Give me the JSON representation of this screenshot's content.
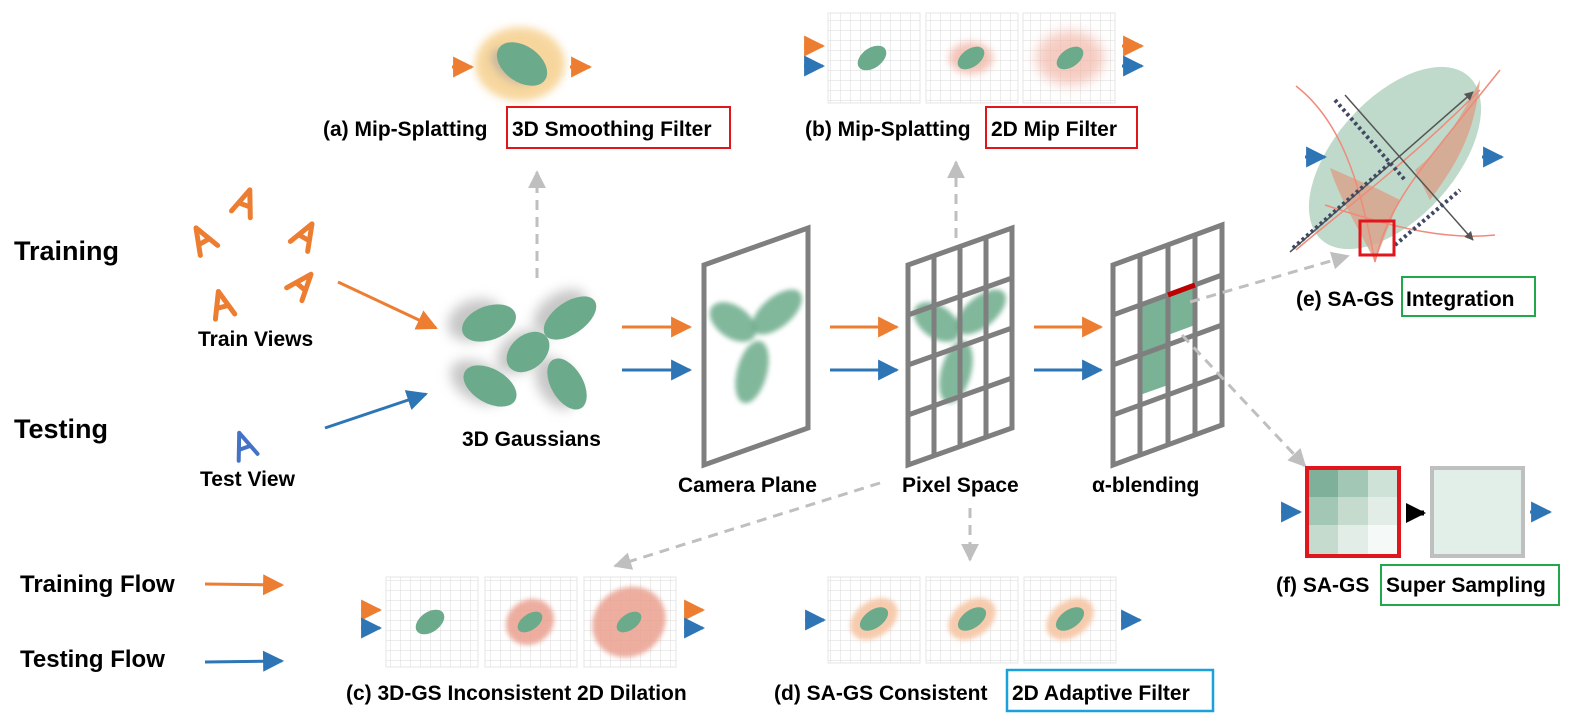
{
  "labels": {
    "training": "Training",
    "testing": "Testing",
    "train_views": "Train Views",
    "test_view": "Test View",
    "gaussians": "3D Gaussians",
    "camera_plane": "Camera Plane",
    "pixel_space": "Pixel Space",
    "alpha_blending": "α-blending",
    "training_flow": "Training Flow",
    "testing_flow": "Testing Flow"
  },
  "captions": {
    "a": {
      "prefix": "(a) Mip-Splatting ",
      "highlight": "3D Smoothing Filter"
    },
    "b": {
      "prefix": "(b) Mip-Splatting ",
      "highlight": "2D Mip Filter"
    },
    "c": {
      "prefix": "(c) 3D-GS Inconsistent 2D Dilation"
    },
    "d": {
      "prefix": "(d) SA-GS Consistent ",
      "highlight": "2D Adaptive Filter"
    },
    "e": {
      "prefix": "(e) SA-GS ",
      "highlight": "Integration"
    },
    "f": {
      "prefix": "(f) SA-GS ",
      "highlight": "Super Sampling"
    }
  },
  "colors": {
    "training_flow": "#ED7D31",
    "testing_flow": "#2E75B6",
    "gaussian_green": "#6BAA8A",
    "highlight_red": "#E0161C",
    "highlight_green": "#22A84A",
    "highlight_blue": "#1AA0DA",
    "grid_gray": "#7F7F7F"
  }
}
